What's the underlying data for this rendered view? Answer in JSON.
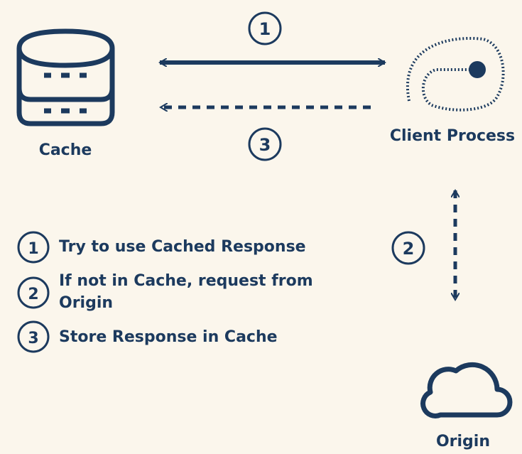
{
  "colors": {
    "background": "#fbf6ec",
    "primary": "#1c3a5e"
  },
  "nodes": {
    "cache": {
      "label": "Cache",
      "icon": "database-icon"
    },
    "client": {
      "label": "Client Process",
      "icon": "process-icon"
    },
    "origin": {
      "label": "Origin",
      "icon": "cloud-icon"
    }
  },
  "arrows": [
    {
      "id": "1",
      "from": "client",
      "to": "cache",
      "style": "solid",
      "direction": "bidirectional"
    },
    {
      "id": "3",
      "from": "client",
      "to": "cache",
      "style": "dashed",
      "direction": "to-cache"
    },
    {
      "id": "2",
      "from": "client",
      "to": "origin",
      "style": "dashed",
      "direction": "bidirectional"
    }
  ],
  "badges": {
    "top": "1",
    "bottom": "3",
    "right": "2"
  },
  "legend": [
    {
      "num": "1",
      "line1": "Try to use Cached Response",
      "line2": ""
    },
    {
      "num": "2",
      "line1": "If not in Cache, request from",
      "line2": "Origin"
    },
    {
      "num": "3",
      "line1": "Store Response in Cache",
      "line2": ""
    }
  ]
}
